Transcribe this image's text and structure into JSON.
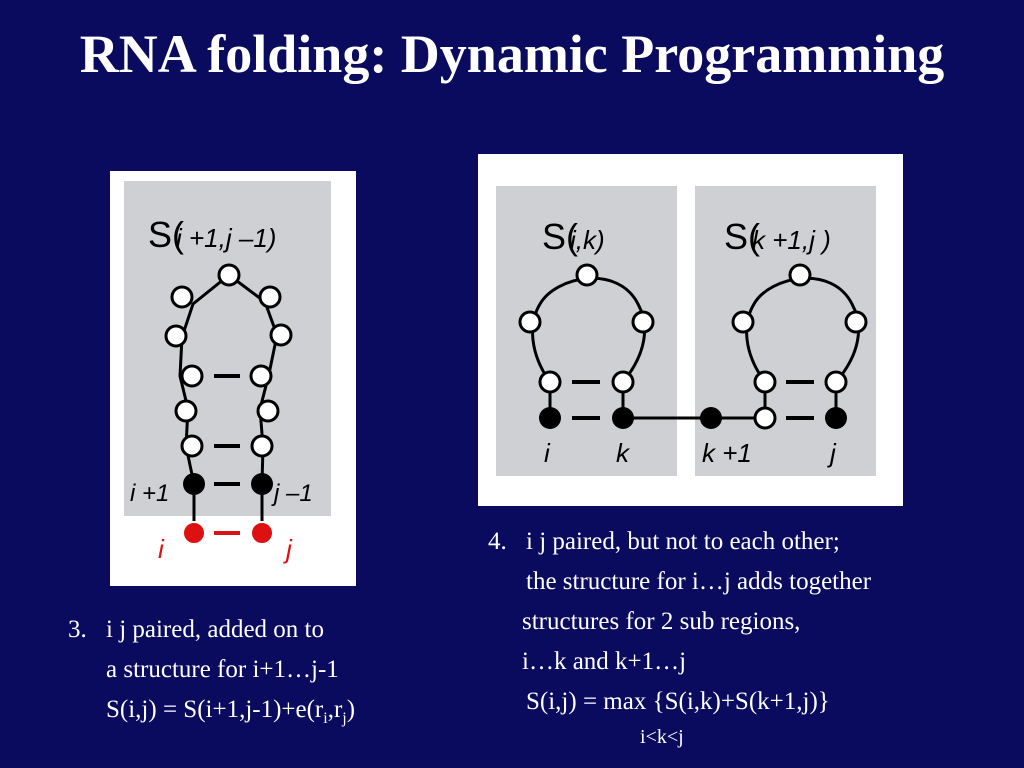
{
  "title": "RNA folding: Dynamic Programming",
  "colors": {
    "background": "#0a0a5e",
    "panel_white": "#ffffff",
    "region_grey": "#cfd0d3",
    "unpaired_node": "#ffffff",
    "paired_node": "#000000",
    "highlight_red": "#dd1111"
  },
  "left_diagram": {
    "region_label_S": "S(",
    "region_label_args": "i +1,j –1)",
    "labels": {
      "i_plus_1": "i +1",
      "j_minus_1": "j –1",
      "i": "i",
      "j": "j"
    }
  },
  "right_diagram": {
    "region1_label_S": "S(",
    "region1_label_args": "i,k)",
    "region2_label_S": "S(",
    "region2_label_args": "k +1,j )",
    "labels": {
      "i": "i",
      "k": "k",
      "k_plus_1": "k +1",
      "j": "j"
    }
  },
  "case3": {
    "number": "3.",
    "line1": "i j paired, added on to",
    "line2": "a structure for i+1…j-1",
    "formula_prefix": "S(i,j) = S(i+1,j-1)+e(r",
    "sub_i": "i",
    "comma": ",r",
    "sub_j": "j",
    "close": ")"
  },
  "case4": {
    "number": "4.",
    "line1": "i j paired, but not to each other;",
    "line2": "the structure for i…j adds together",
    "line3": "structures for 2 sub regions,",
    "line4": "i…k and k+1…j",
    "formula": "S(i,j) = max {S(i,k)+S(k+1,j)}",
    "constraint": "i<k<j"
  }
}
